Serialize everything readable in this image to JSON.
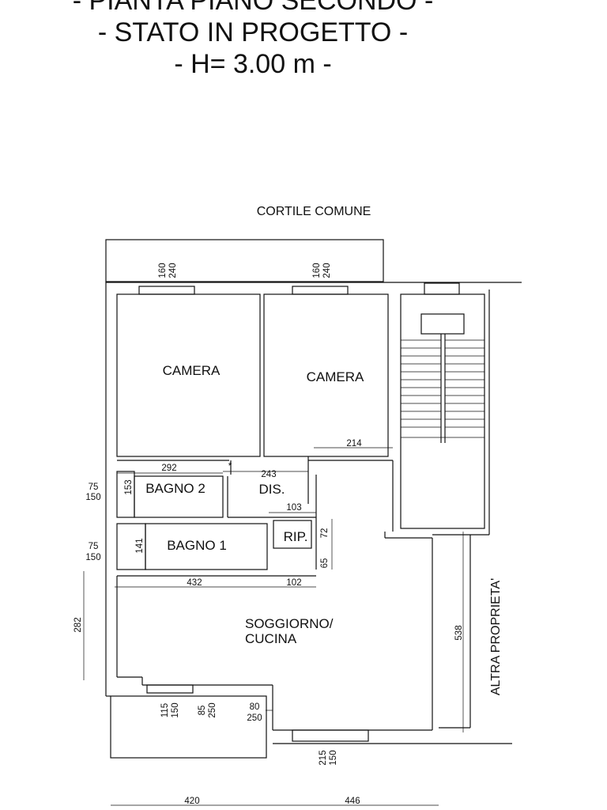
{
  "header": {
    "line1": "- PIANTA PIANO SECONDO -",
    "line2": "- STATO IN PROGETTO -",
    "line3": "- H= 3.00 m -"
  },
  "labels": {
    "courtyard": "CORTILE COMUNE",
    "other_property": "ALTRA PROPRIETA'"
  },
  "rooms": {
    "camera_left": "CAMERA",
    "camera_right": "CAMERA",
    "bagno2": "BAGNO 2",
    "dis": "DIS.",
    "rip": "RIP.",
    "bagno1": "BAGNO 1",
    "soggiorno_1": "SOGGIORNO/",
    "soggiorno_2": "CUCINA"
  },
  "dimensions": {
    "win_cam1_a": "160",
    "win_cam1_b": "240",
    "win_cam2_a": "160",
    "win_cam2_b": "240",
    "d214": "214",
    "d292": "292",
    "d243": "243",
    "star": "*",
    "b2_w1": "75",
    "b2_w2": "150",
    "d153": "153",
    "d103": "103",
    "b1_w1": "75",
    "b1_w2": "150",
    "d141": "141",
    "d72": "72",
    "d65": "65",
    "d432": "432",
    "d102": "102",
    "d282": "282",
    "d538": "538",
    "w115": "115",
    "w150a": "150",
    "w85": "85",
    "w250a": "250",
    "d80": "80",
    "d250b": "250",
    "w215": "215",
    "w150b": "150",
    "d420": "420",
    "d446": "446"
  }
}
